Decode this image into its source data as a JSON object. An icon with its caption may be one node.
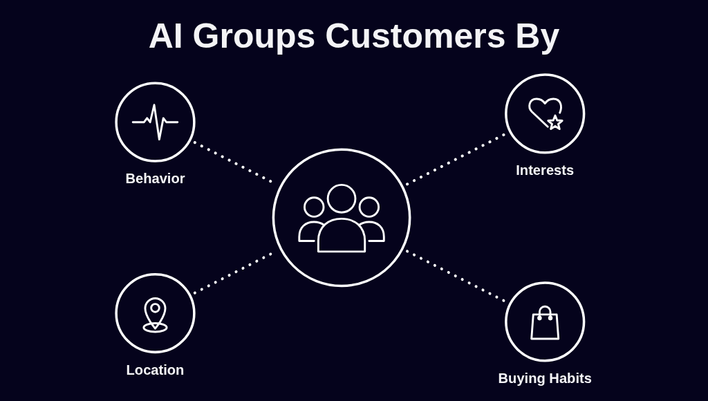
{
  "diagram": {
    "title": "AI Groups Customers By",
    "nodes": [
      {
        "text": [
          "Behavior"
        ]
      },
      {
        "text": [
          "Interests"
        ]
      },
      {
        "text": [],
        "shape": "circle"
      },
      {
        "text": [
          "Location"
        ]
      },
      {
        "text": [
          "Buying Habits"
        ]
      }
    ],
    "edges": [
      {
        "from": 0,
        "to": 2,
        "arrow": "none",
        "style": "dashed"
      },
      {
        "from": 2,
        "to": 1,
        "arrow": "none",
        "style": "dashed"
      },
      {
        "from": 3,
        "to": 2,
        "arrow": "none",
        "style": "dashed"
      },
      {
        "from": 2,
        "to": 4,
        "arrow": "none",
        "style": "dashed"
      }
    ]
  }
}
